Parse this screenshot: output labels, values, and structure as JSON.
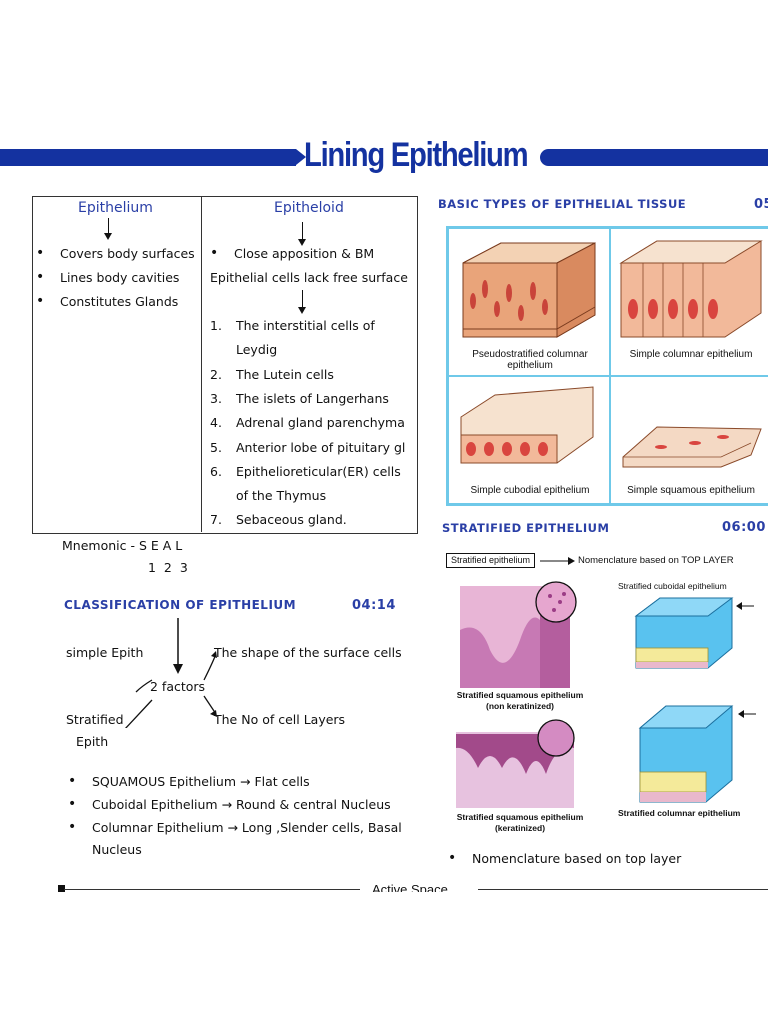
{
  "header": {
    "title": "Lining Epithelium"
  },
  "table": {
    "col1": {
      "heading": "Epithelium",
      "items": [
        "Covers body surfaces",
        "Lines body cavities",
        "Constitutes Glands"
      ]
    },
    "col2": {
      "heading": "Epitheloid",
      "bullet": "Close apposition & BM",
      "note": "Epithelial cells lack free surface",
      "list": [
        {
          "num": "1.",
          "text": "The interstitial cells of"
        },
        {
          "num": "",
          "text": "Leydig"
        },
        {
          "num": "2.",
          "text": "The Lutein cells"
        },
        {
          "num": "3.",
          "text": "The islets of Langerhans"
        },
        {
          "num": "4.",
          "text": "Adrenal gland parenchyma"
        },
        {
          "num": "5.",
          "text": "Anterior lobe of pituitary gl"
        },
        {
          "num": "6.",
          "text": "Epithelioreticular(ER) cells"
        },
        {
          "num": "",
          "text": "of the Thymus"
        },
        {
          "num": "7.",
          "text": "Sebaceous gland."
        }
      ]
    }
  },
  "mnemonic": {
    "label": "Mnemonic - S E A L",
    "numbers": "1 2 3"
  },
  "classification": {
    "heading": "CLASSIFICATION OF EPITHELIUM",
    "time": "04:14",
    "simple": "simple Epith",
    "stratified_1": "Stratified",
    "stratified_2": "Epith",
    "factors": "2 factors",
    "shape": "The shape of the surface cells",
    "layers": "The No of cell Layers",
    "bullets": [
      "SQUAMOUS Epithelium → Flat cells",
      "Cuboidal Epithelium → Round & central Nucleus",
      "Columnar Epithelium → Long ,Slender cells, Basal",
      "Nucleus"
    ]
  },
  "basic_types": {
    "heading": "BASIC TYPES OF EPITHELIAL TISSUE",
    "time": "05",
    "captions": [
      "Pseudostratified columnar",
      "epithelium",
      "Simple columnar epithelium",
      "Simple cubodial epithelium",
      "Simple squamous epithelium"
    ]
  },
  "stratified": {
    "heading": "STRATIFIED EPITHELIUM",
    "time": "06:00",
    "box_label": "Stratified epithelium",
    "nomenclature": "Nomenclature based on TOP LAYER",
    "cuboidal": "Stratified cuboidal epithelium",
    "squamous_nk_1": "Stratified squamous epithelium",
    "squamous_nk_2": "(non keratinized)",
    "squamous_k_1": "Stratified squamous epithelium",
    "squamous_k_2": "(keratinized)",
    "columnar": "Stratified columnar epithelium",
    "bullet": "Nomenclature based on top layer"
  },
  "footer": {
    "label": "Active Space"
  },
  "colors": {
    "brand": "#1432a0",
    "heading": "#2a3fa6",
    "frame": "#6fc9e9"
  }
}
